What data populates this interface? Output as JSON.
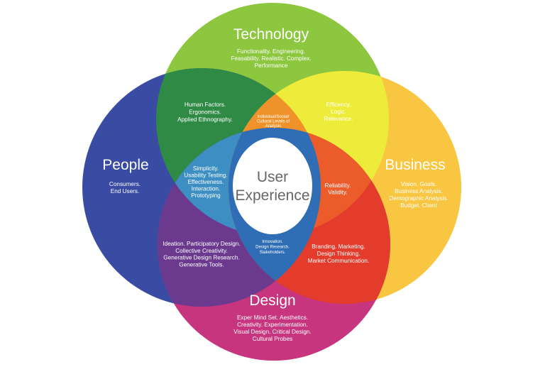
{
  "diagram": {
    "center": {
      "lines": [
        "User",
        "Experience"
      ]
    },
    "circles": {
      "technology": {
        "title": "Technology",
        "description": [
          "Functionality. Engineering.",
          "Feasability. Realistic. Complex.",
          "Performance"
        ],
        "color": "#8dc63f"
      },
      "people": {
        "title": "People",
        "description": [
          "Consumers.",
          "End Users."
        ],
        "color": "#3a4ba3"
      },
      "business": {
        "title": "Business",
        "description": [
          "Vision. Goals.",
          "Business Analysis.",
          "Demographic Analysis.",
          "Budget. Client"
        ],
        "color": "#f9c642"
      },
      "design": {
        "title": "Design",
        "description": [
          "Exper Mind Set. Aesthetics.",
          "Creativity. Experimentation.",
          "Visual Design. Critical Design.",
          "Cultural Probes"
        ],
        "color": "#c8357f"
      }
    },
    "overlaps": {
      "people_technology": {
        "lines": [
          "Human Factors.",
          "Ergonomics.",
          "Applied Ethnography."
        ],
        "color": "#2f8a45"
      },
      "technology_business": {
        "lines": [
          "Efficency.",
          "Logic.",
          "Relevance."
        ],
        "color": "#eeec3a"
      },
      "people_design": {
        "lines": [
          "Ideation. Participatory Design.",
          "Collective Creativity.",
          "Generative Design Research.",
          "Generative Tools."
        ],
        "color": "#6b3a8f"
      },
      "business_design": {
        "lines": [
          "Branding. Marketing.",
          "Design Thinking.",
          "Market Communication."
        ],
        "color": "#e33b2c"
      },
      "people_technology_design": {
        "lines": [
          "Simplicity.",
          "Usability Testing.",
          "Effectiveness.",
          "Interaction.",
          "Prototyping"
        ],
        "color": "#3d8fc3"
      },
      "people_technology_business": {
        "lines": [
          "Individual/Social/",
          "Cultural Levels of",
          "Analysis"
        ],
        "color": "#f0922a"
      },
      "technology_business_design": {
        "lines": [
          "Reliability.",
          "Validity."
        ],
        "color": "#ec5b2a"
      },
      "people_business_design": {
        "lines": [
          "Innovation.",
          "Design Research.",
          "Stakeholders."
        ],
        "color": "#2f6db5"
      }
    }
  }
}
